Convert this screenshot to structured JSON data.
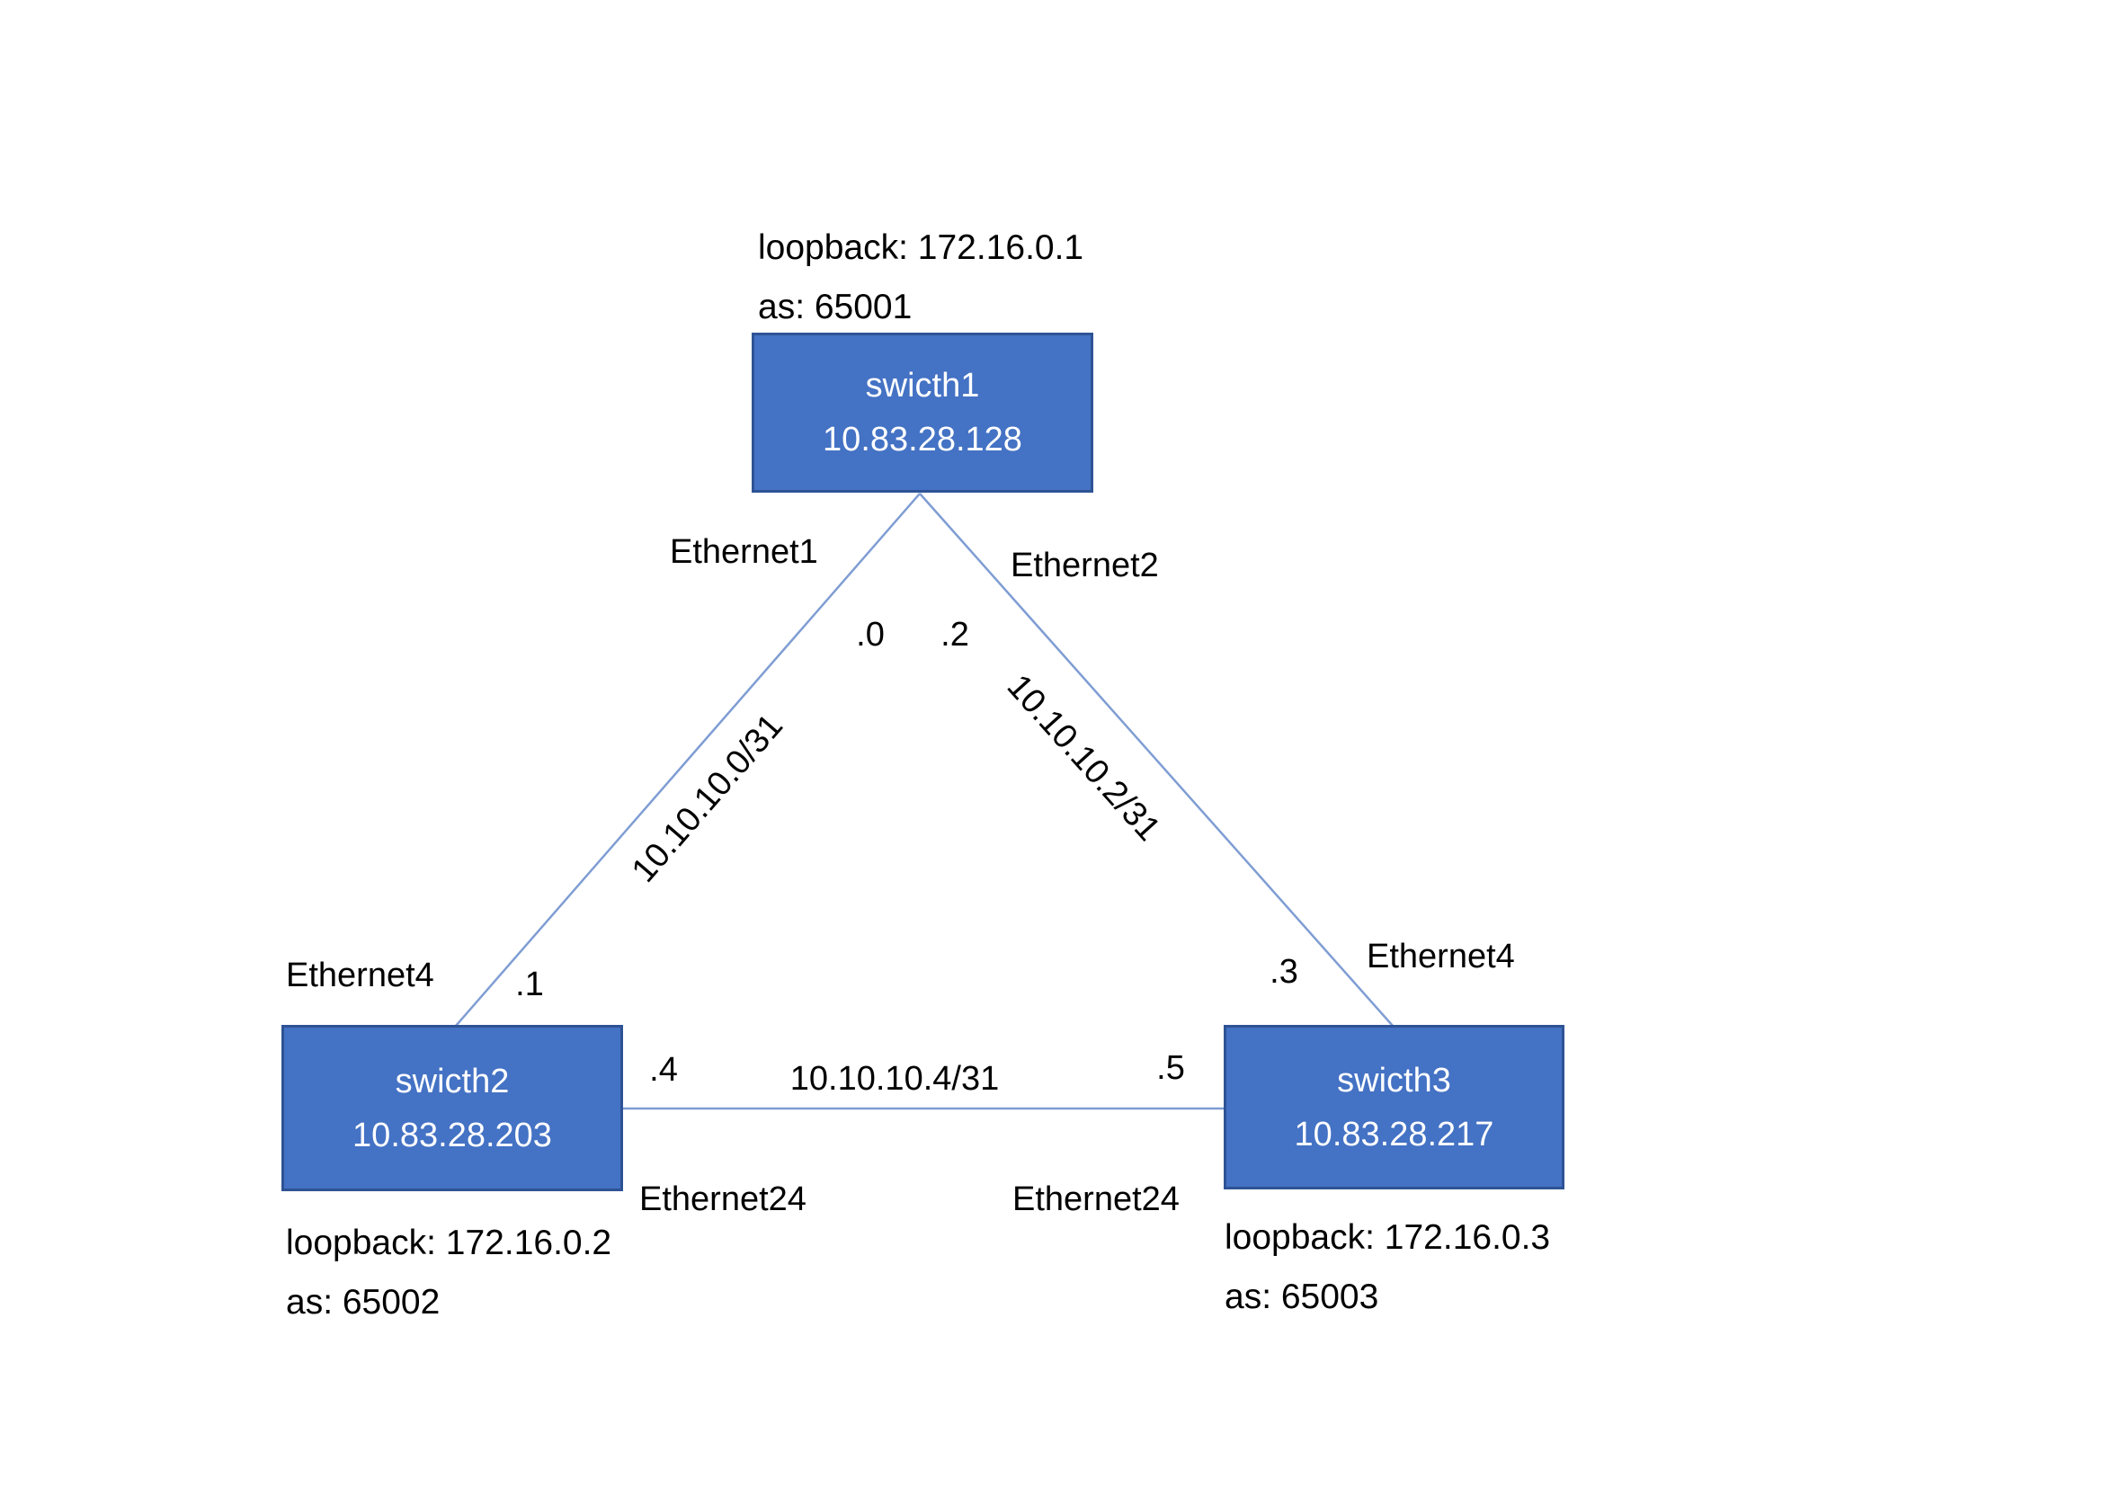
{
  "nodes": {
    "switch1": {
      "name": "swicth1",
      "mgmt_ip": "10.83.28.128",
      "loopback_label": "loopback: 172.16.0.1",
      "as_label": "as: 65001"
    },
    "switch2": {
      "name": "swicth2",
      "mgmt_ip": "10.83.28.203",
      "loopback_label": "loopback: 172.16.0.2",
      "as_label": "as: 65002"
    },
    "switch3": {
      "name": "swicth3",
      "mgmt_ip": "10.83.28.217",
      "loopback_label": "loopback: 172.16.0.3",
      "as_label": "as: 65003"
    }
  },
  "links": {
    "s1_s2": {
      "subnet": "10.10.10.0/31",
      "iface_a": "Ethernet1",
      "octet_a": ".0",
      "iface_b": "Ethernet4",
      "octet_b": ".1"
    },
    "s1_s3": {
      "subnet": "10.10.10.2/31",
      "iface_a": "Ethernet2",
      "octet_a": ".2",
      "iface_b": "Ethernet4",
      "octet_b": ".3"
    },
    "s2_s3": {
      "subnet": "10.10.10.4/31",
      "iface_a": "Ethernet24",
      "octet_a": ".4",
      "iface_b": "Ethernet24",
      "octet_b": ".5"
    }
  },
  "colors": {
    "background": "#ffffff",
    "node_fill": "#4472C4",
    "node_border": "#2E5395",
    "node_text": "#ffffff",
    "link": "#7f9dd3",
    "text": "#000000"
  }
}
